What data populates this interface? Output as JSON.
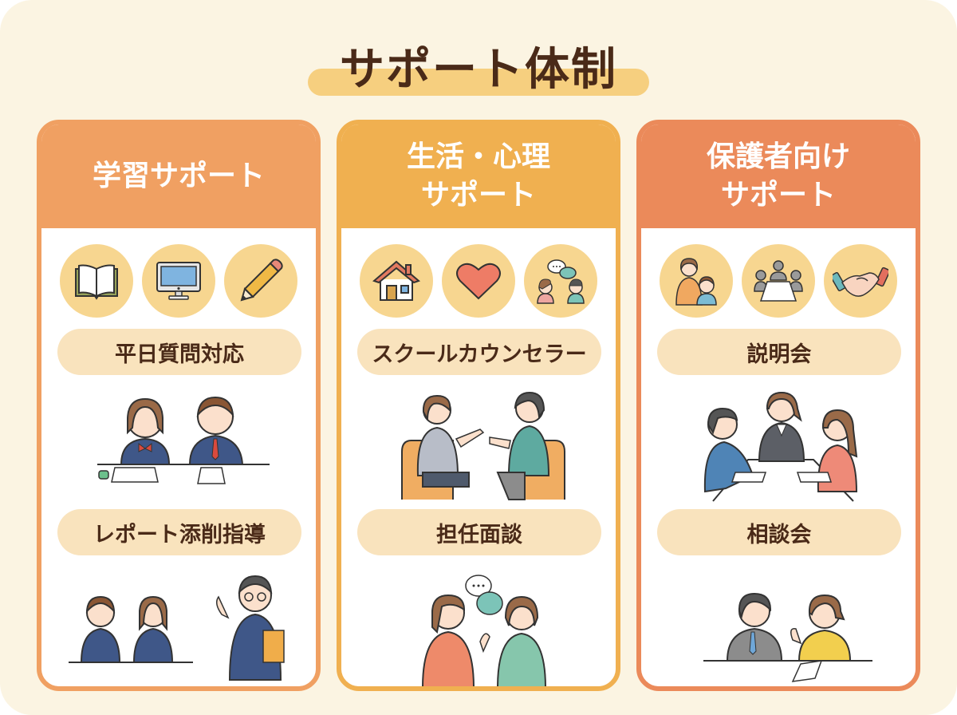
{
  "page": {
    "title": "サポート体制",
    "colors": {
      "background": "#fbf4e2",
      "title_text": "#4a2a18",
      "title_highlight": "#f6cf7f",
      "icon_circle": "#f7d690",
      "pill": "#f9e3bd"
    }
  },
  "columns": [
    {
      "header_lines": [
        "学習サポート"
      ],
      "color": "#f0a062",
      "icons": [
        "open-book-icon",
        "desktop-monitor-icon",
        "pencil-icon"
      ],
      "items": [
        {
          "label": "平日質問対応",
          "illustration": "students-studying-with-tutor"
        },
        {
          "label": "レポート添削指導",
          "illustration": "teacher-explaining-to-students"
        }
      ]
    },
    {
      "header_lines": [
        "生活・心理",
        "サポート"
      ],
      "color": "#f0b050",
      "icons": [
        "house-icon",
        "heart-icon",
        "conversation-icon"
      ],
      "items": [
        {
          "label": "スクールカウンセラー",
          "illustration": "counselor-session"
        },
        {
          "label": "担任面談",
          "illustration": "homeroom-teacher-talk"
        }
      ]
    },
    {
      "header_lines": [
        "保護者向け",
        "サポート"
      ],
      "color": "#eb8a5a",
      "icons": [
        "parent-child-icon",
        "meeting-table-icon",
        "handshake-icon"
      ],
      "items": [
        {
          "label": "説明会",
          "illustration": "briefing-meeting"
        },
        {
          "label": "相談会",
          "illustration": "consultation-meeting"
        }
      ]
    }
  ]
}
